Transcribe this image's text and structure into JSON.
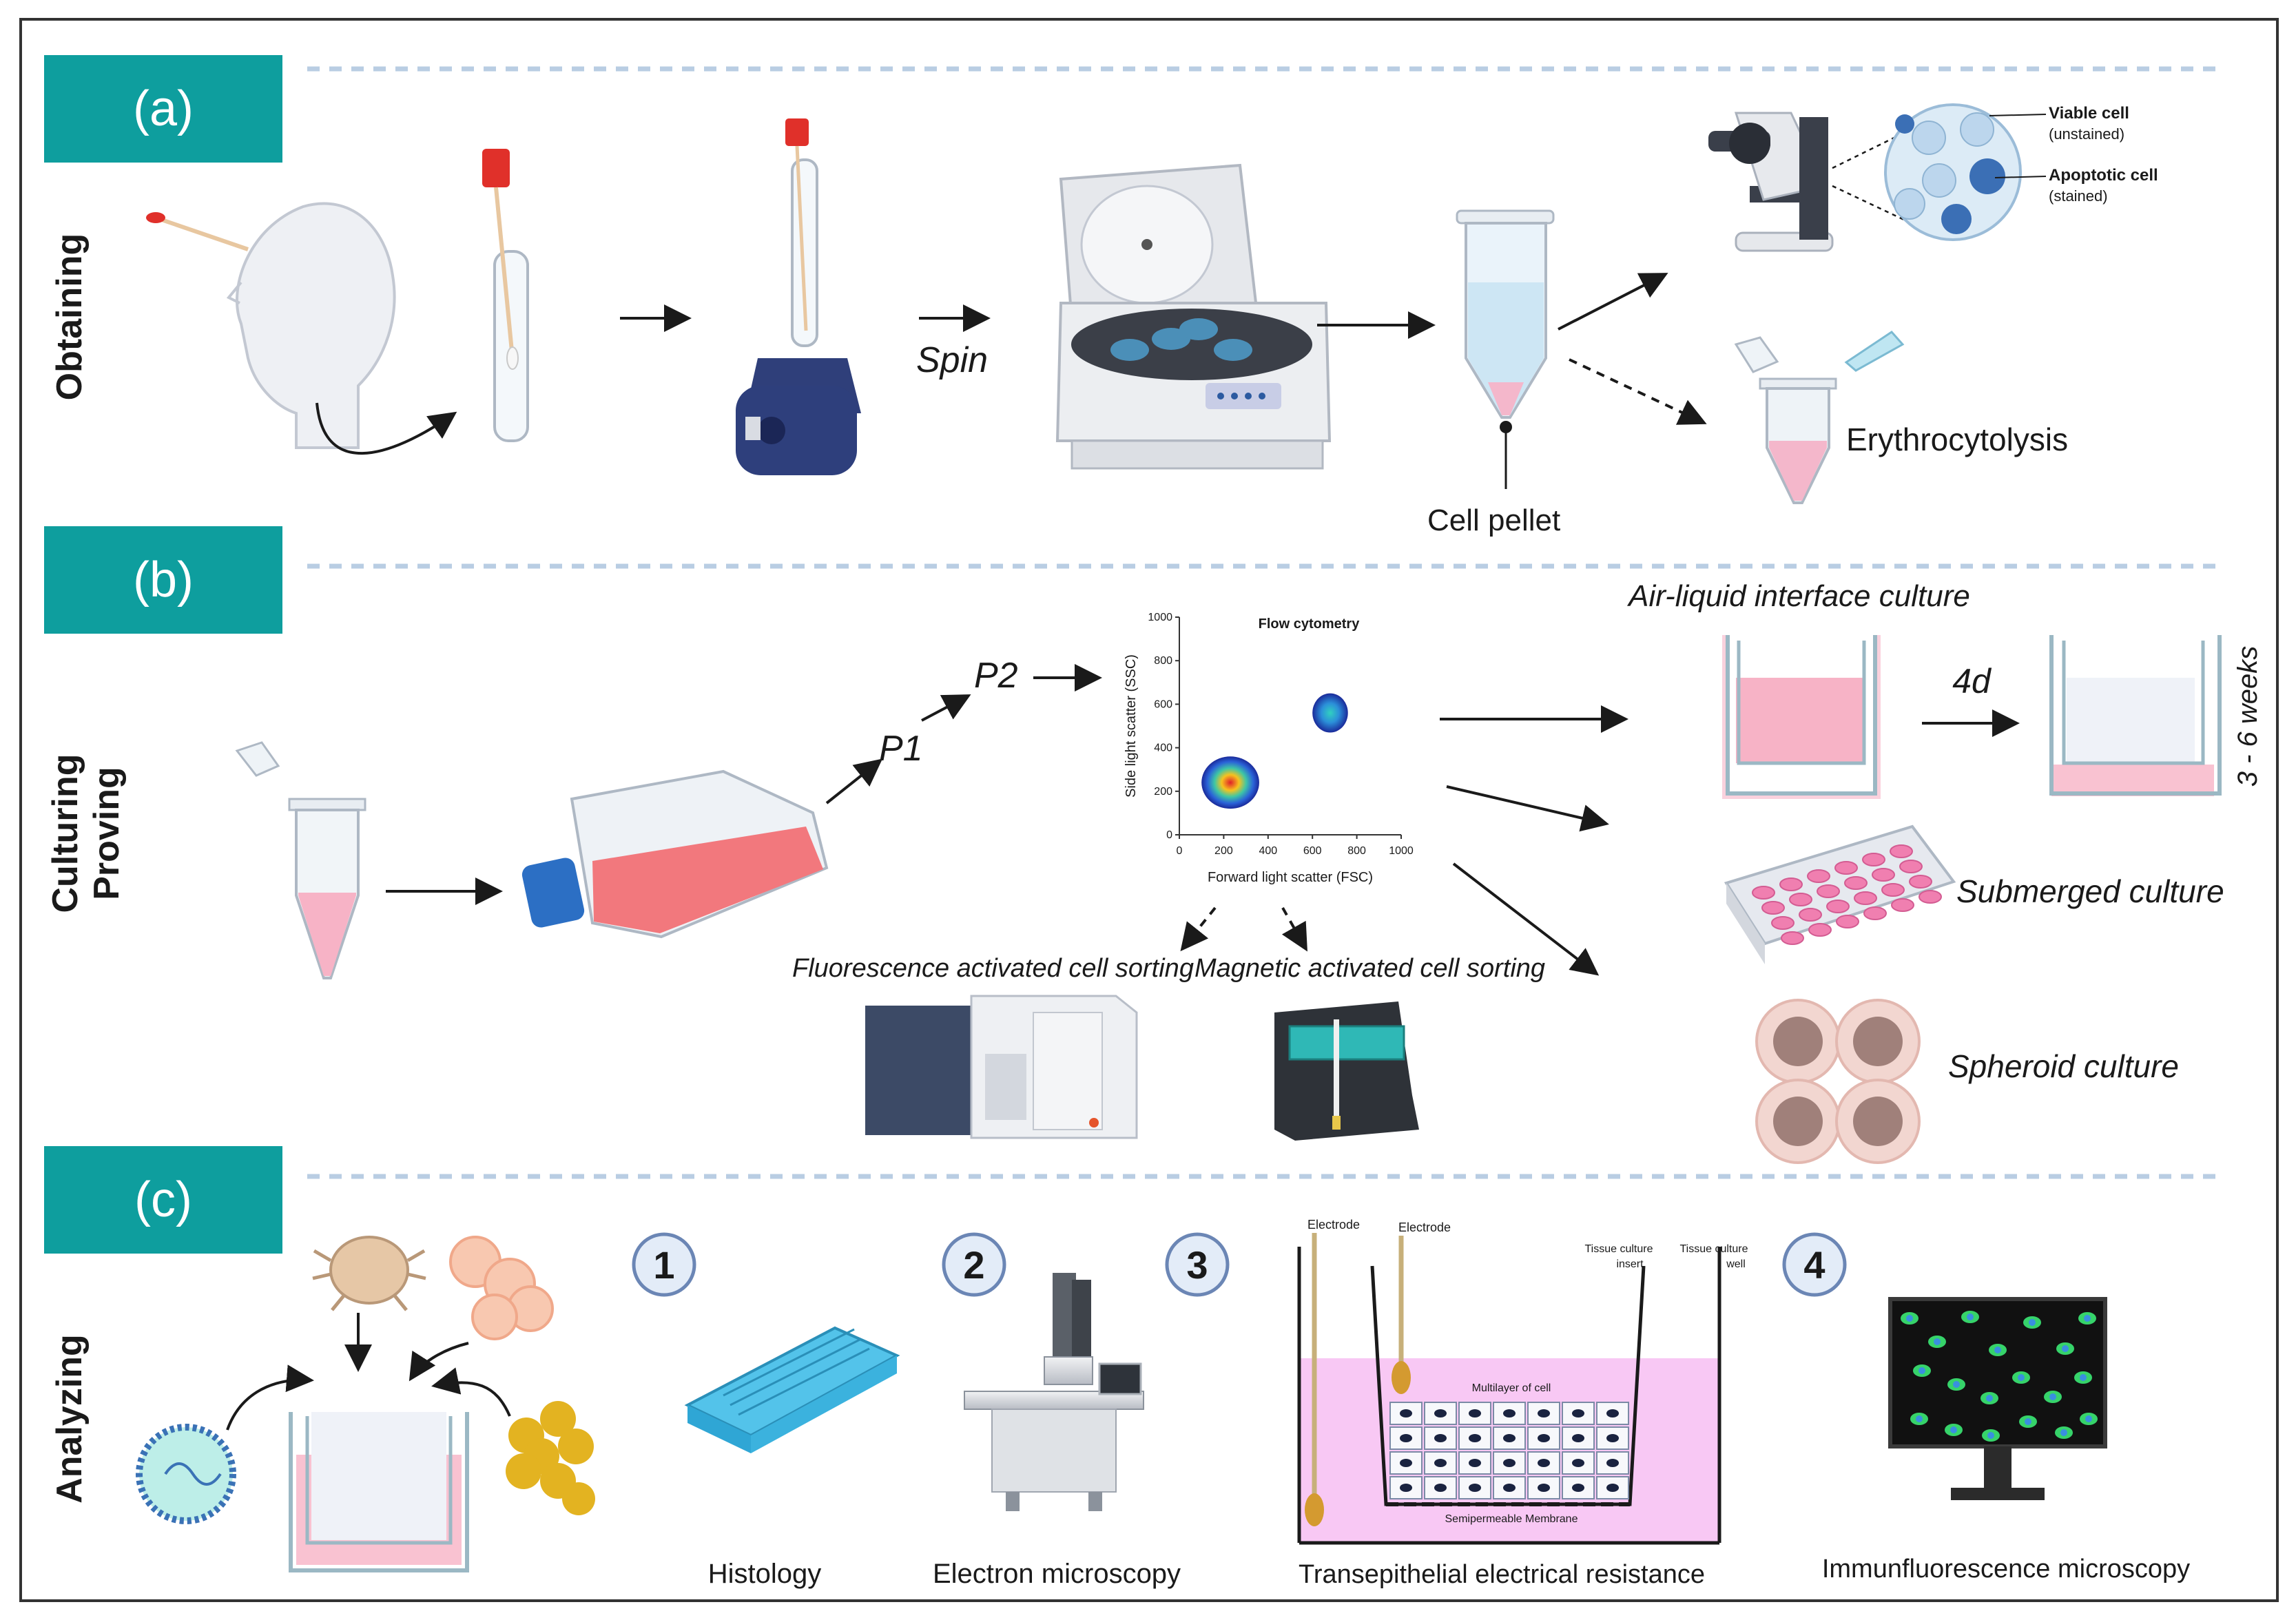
{
  "sections": {
    "a": {
      "tag": "(a)",
      "side_label": "Obtaining"
    },
    "b": {
      "tag": "(b)",
      "side_label_line1": "Culturing",
      "side_label_line2": "Proving"
    },
    "c": {
      "tag": "(c)",
      "side_label": "Analyzing"
    }
  },
  "obtaining": {
    "spin": "Spin",
    "cell_pellet": "Cell pellet",
    "erythrocytolysis": "Erythrocytolysis",
    "viable_cell": "Viable cell",
    "viable_cell_note": "(unstained)",
    "apoptotic_cell": "Apoptotic cell",
    "apoptotic_cell_note": "(stained)"
  },
  "culturing": {
    "p1": "P1",
    "p2": "P2",
    "flow_title": "Flow cytometry",
    "flow_xlabel": "Forward light scatter (FSC)",
    "flow_ylabel": "Side light scatter (SSC)",
    "flow_ticks": [
      "0",
      "200",
      "400",
      "600",
      "800",
      "1000"
    ],
    "facs": "Fluorescence activated cell sorting",
    "macs": "Magnetic activated cell sorting",
    "ali": "Air-liquid interface culture",
    "four_days": "4d",
    "weeks": "3 - 6 weeks",
    "submerged": "Submerged culture",
    "spheroid": "Spheroid culture"
  },
  "analyzing": {
    "n1": "1",
    "n2": "2",
    "n3": "3",
    "n4": "4",
    "histology": "Histology",
    "em": "Electron microscopy",
    "teer": "Transepithelial electrical resistance",
    "immuno": "Immunfluorescence microscopy",
    "electrode": "Electrode",
    "tissue_insert_l1": "Tissue culture",
    "tissue_insert_l2": "insert",
    "tissue_well_l1": "Tissue culture",
    "tissue_well_l2": "well",
    "multilayer": "Multilayer of cell",
    "membrane": "Semipermeable Membrane"
  },
  "chart_data": {
    "type": "scatter",
    "title": "Flow cytometry",
    "xlabel": "Forward light scatter (FSC)",
    "ylabel": "Side light scatter (SSC)",
    "xlim": [
      0,
      1000
    ],
    "ylim": [
      0,
      1000
    ],
    "xticks": [
      0,
      200,
      400,
      600,
      800,
      1000
    ],
    "yticks": [
      0,
      200,
      400,
      600,
      800,
      1000
    ],
    "series": [
      {
        "center_x": 230,
        "center_y": 240,
        "spread_x": 130,
        "spread_y": 120
      },
      {
        "center_x": 680,
        "center_y": 560,
        "spread_x": 80,
        "spread_y": 90
      }
    ]
  },
  "colors": {
    "teal": "#0e9e9e",
    "pink": "#f7b3c6",
    "dashed_rule": "#b9cde3",
    "frame": "#333333"
  }
}
